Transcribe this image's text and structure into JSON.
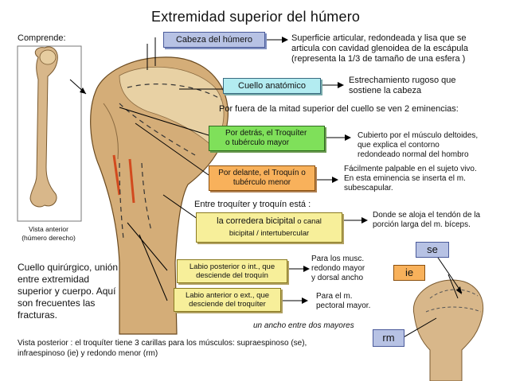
{
  "title": "Extremidad superior del húmero",
  "comprende": "Comprende:",
  "bone_caption_1": "Vista anterior",
  "bone_caption_2": "(húmero derecho)",
  "cabeza": {
    "label": "Cabeza del húmero",
    "desc_1": "Superficie articular, redondeada y lisa que se",
    "desc_2": "articula con cavidad glenoidea de la escápula",
    "desc_3": "(representa la 1/3 de tamaño de una esfera )"
  },
  "cuello": {
    "label": "Cuello anatómico",
    "desc_1": "Estrechamiento rugoso que",
    "desc_2": "sostiene la cabeza"
  },
  "eminencias": "Por fuera de la mitad superior del cuello se ven 2 eminencias:",
  "troquiter": {
    "label_1": "Por detrás, el Troquíter",
    "label_2": "o tubérculo mayor",
    "desc_1": "Cubierto por el músculo deltoides,",
    "desc_2": "que explica el contorno",
    "desc_3": "redondeado normal del hombro"
  },
  "troquin": {
    "label_1": "Por delante, el Troquín o",
    "label_2": "tubérculo menor",
    "desc_1": "Fácilmente palpable en el sujeto vivo.",
    "desc_2": "En esta eminencia se inserta el m.",
    "desc_3": "subescapular."
  },
  "entre": "Entre troquíter y troquín está :",
  "corredera": {
    "label_a": "la corredera bicipital",
    "label_b": " o  canal",
    "label_2": "bicipital / intertubercular",
    "desc_1": "Donde se aloja el tendón de la",
    "desc_2": "porción larga del m. bíceps."
  },
  "labio_posterior": {
    "label_1": "Labio posterior o int., que",
    "label_2": "desciende del troquín",
    "desc_1": "Para los musc.",
    "desc_2": "redondo mayor",
    "desc_3": "y dorsal ancho"
  },
  "labio_anterior": {
    "label_1": "Labio anterior o ext., que",
    "label_2": "desciende del troquíter",
    "desc_1": "Para el m.",
    "desc_2": "pectoral mayor."
  },
  "ancho": "un ancho entre dos mayores",
  "quirurgico": {
    "line_1": "Cuello quirúrgico, unión",
    "line_2": "entre extremidad",
    "line_3": "superior y cuerpo. Aquí",
    "line_4": "son frecuentes las",
    "line_5": "fracturas."
  },
  "posterior_note_1": "Vista posterior : el troquíter tiene 3 carillas para los músculos: supraespinoso (se),",
  "posterior_note_2": "infraespinoso (ie)  y redondo menor (rm)",
  "label_se": "se",
  "label_ie": "ie",
  "label_rm": "rm",
  "colors": {
    "blue_box": "#b7c2e4",
    "cyan_box": "#b3ecf1",
    "green_box": "#7fe05a",
    "orange_box": "#f8b15b",
    "yellow_box": "#f7ef9a",
    "bone": "#d9b88a"
  }
}
